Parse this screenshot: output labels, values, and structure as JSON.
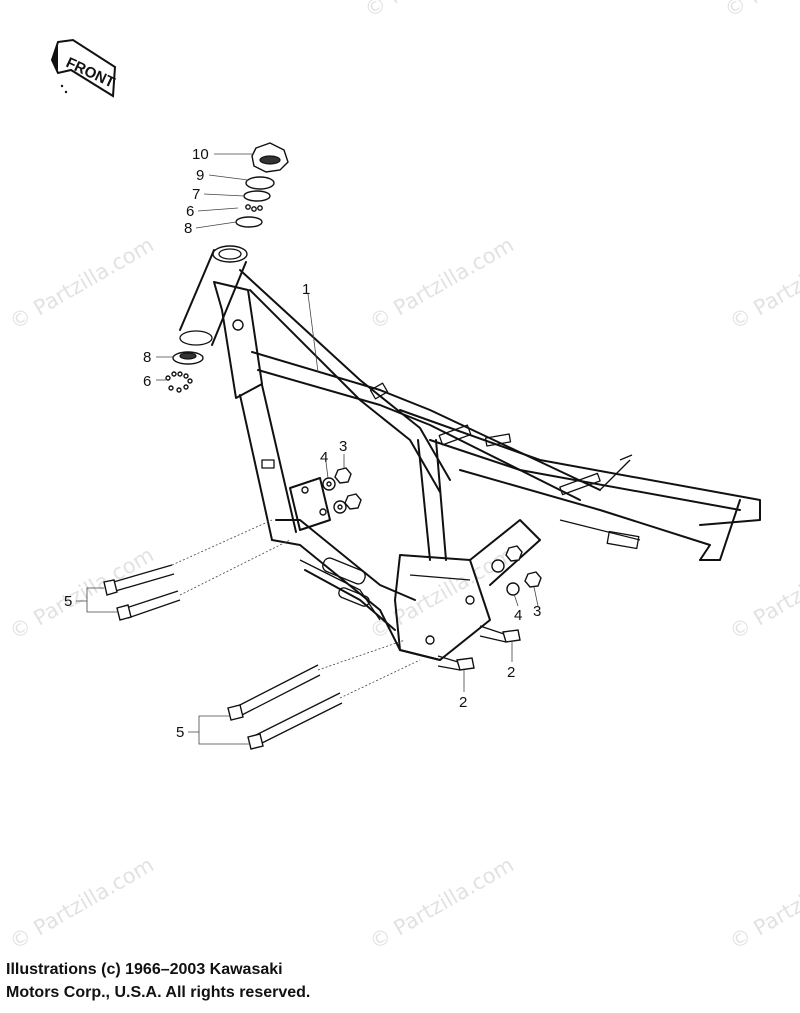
{
  "front_label": "FRONT",
  "callouts": {
    "c1": "1",
    "c2a": "2",
    "c2b": "2",
    "c3a": "3",
    "c3b": "3",
    "c4a": "4",
    "c4b": "4",
    "c5a": "5",
    "c5b": "5",
    "c6a": "6",
    "c6b": "6",
    "c7": "7",
    "c8a": "8",
    "c8b": "8",
    "c9": "9",
    "c10": "10"
  },
  "watermark": "© Partzilla.com",
  "copyright": {
    "line1": "Illustrations (c) 1966–2003 Kawasaki",
    "line2": "Motors Corp., U.S.A.  All rights reserved."
  }
}
